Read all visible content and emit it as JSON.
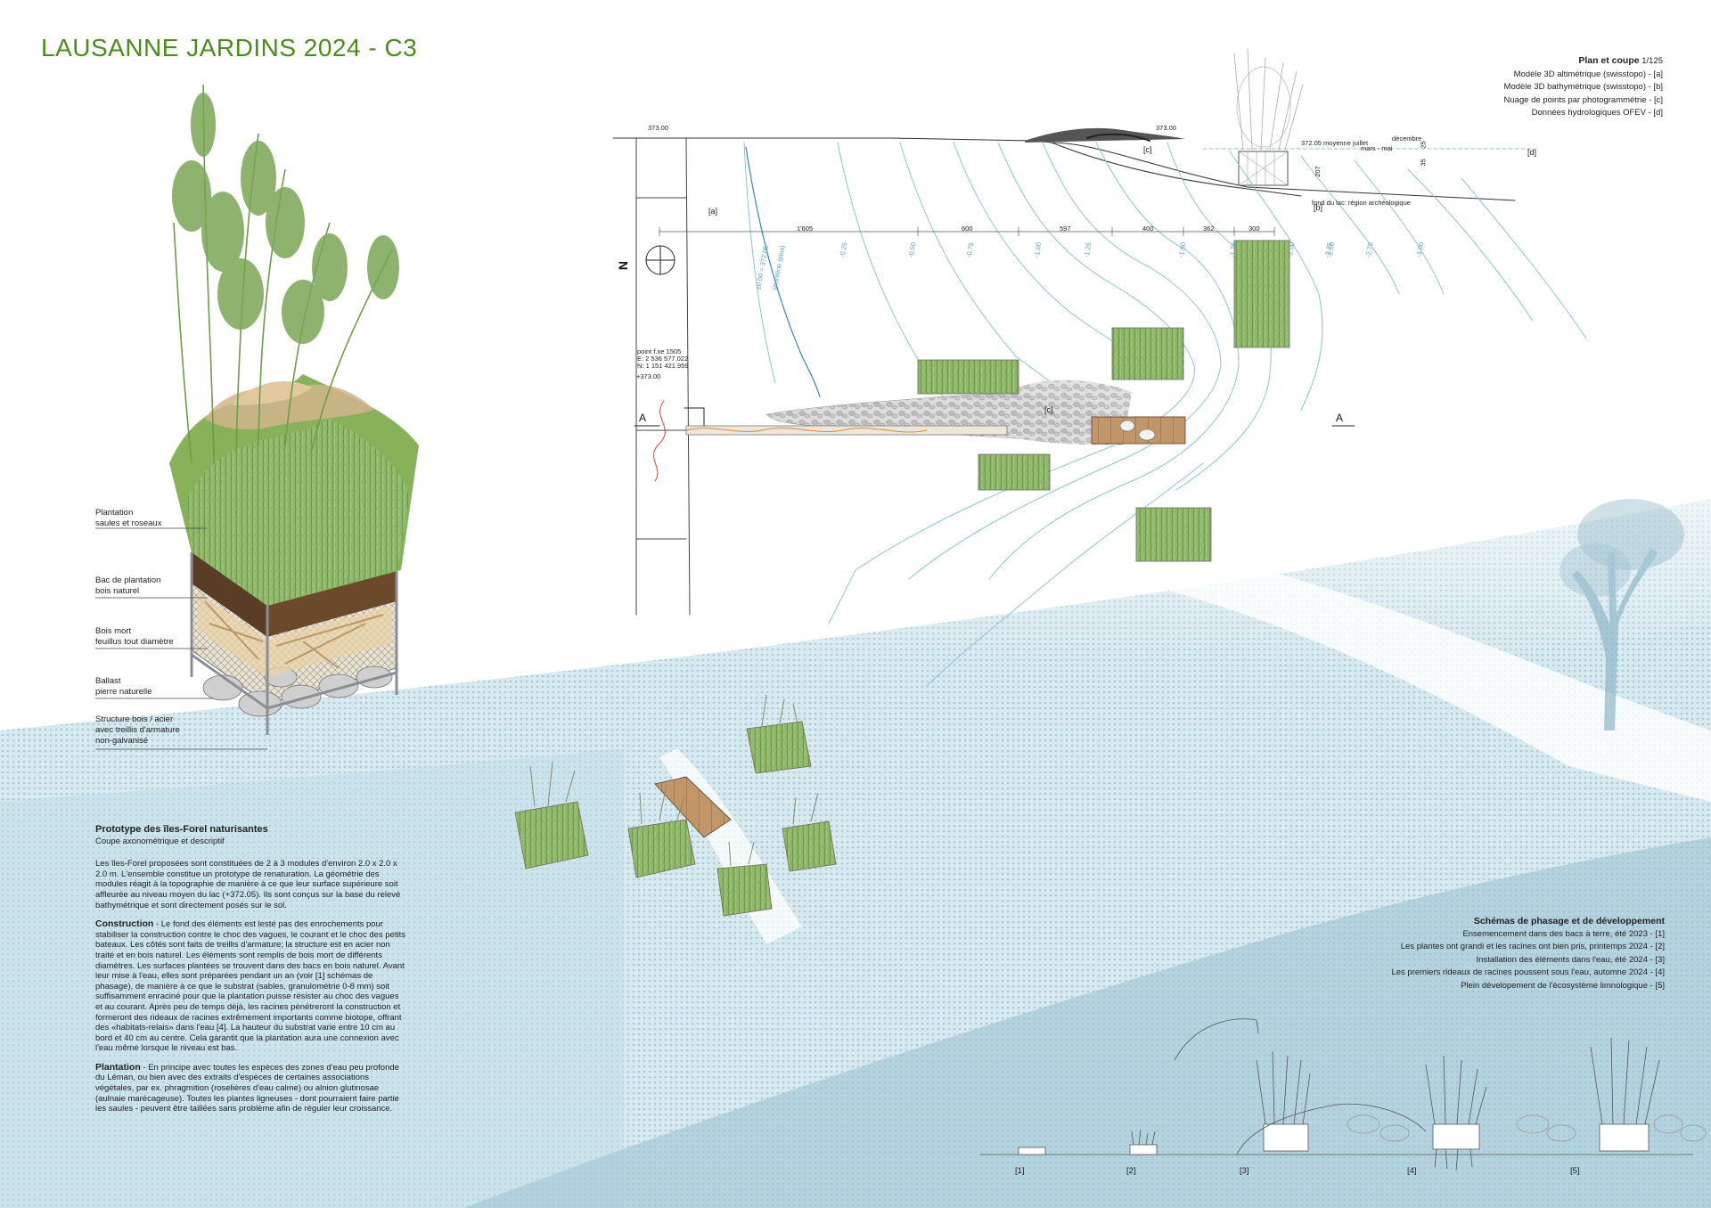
{
  "title": "LAUSANNE JARDINS 2024 - C3",
  "plan_legend": {
    "heading": "Plan et coupe",
    "scale": "1/125",
    "items": [
      "Modèle 3D altimétrique (swisstopo) - [a]",
      "Modèle 3D bathymétrique (swisstopo) - [b]",
      "Nuage de points par photogrammétrie - [c]",
      "Données hydrologiques OFEV - [d]"
    ]
  },
  "callouts": [
    {
      "l1": "Plantation",
      "l2": "saules et roseaux"
    },
    {
      "l1": "Bac de plantation",
      "l2": "bois naturel"
    },
    {
      "l1": "Bois mort",
      "l2": "feuillus tout diamètre"
    },
    {
      "l1": "Ballast",
      "l2": "pierre naturelle"
    },
    {
      "l1": "Structure bois / acier",
      "l2": "avec treillis d'armature",
      "l3": "non-galvanisé"
    }
  ],
  "description": {
    "heading": "Prototype des îles-Forel naturisantes",
    "subheading": "Coupe axonométrique et descriptif",
    "intro": "Les îles-Forel proposées sont constituées de 2 à 3 modules d'environ 2.0 x 2.0 x 2.0 m. L'ensemble constitue un prototype de renaturation. La géométrie des modules réagit à la topographie de manière à ce que leur surface supérieure soit affleurée au niveau moyen du lac (+372.05). Ils sont conçus sur la base du relevé bathymétrique et sont directement posés sur le sol.",
    "construction_title": "Construction",
    "construction_text": " - Le fond des éléments est lesté pas des enrochements pour stabiliser la construction contre le choc des vagues, le courant et le choc des petits bateaux. Les côtés sont faits de treillis d'armature; la structure est en acier non traité et en bois naturel. Les éléments sont remplis de bois mort de différents diamètres. Les surfaces plantées se trouvent dans des bacs en bois naturel. Avant leur mise à l'eau, elles sont préparées pendant un an (voir [1] schémas de phasage), de manière à ce que le substrat (sables, granulométrie 0-8 mm) soit suffisamment enraciné pour que la plantation puisse résister au choc des vagues et au courant. Après peu de temps déjà, les racines pénétreront la construction et formeront des rideaux de racines extrêmement importants comme biotope, offrant des «habitats-relais» dans l'eau [4]. La hauteur du substrat varie entre 10 cm au bord et 40 cm au centre. Cela garantit que la plantation aura une connexion avec l'eau même lorsque le niveau est bas.",
    "plantation_title": "Plantation",
    "plantation_text": " - En principe avec toutes les espèces des zones d'eau peu profonde du Léman, ou bien avec des extraits d'espèces de certaines associations végétales, par ex. phragmition (roselières d'eau calme) ou alnion glutinosae (aulnaie marécageuse). Toutes les plantes ligneuses - dont pourraient faire partie les saules - peuvent être taillées sans problème afin de réguler leur croissance."
  },
  "phasing": {
    "heading": "Schémas de phasage et de développement",
    "items": [
      "Ensemencement dans des bacs à terre, été 2023 - [1]",
      "Les plantes ont grandi et les racines ont bien pris, printemps 2024 - [2]",
      "Installation des éléments dans l'eau, été 2024 - [3]",
      "Les premiers rideaux de racines poussent sous l'eau, automne 2024 - [4]",
      "Plein dévelopement de l'écosystème limnologique - [5]"
    ],
    "labels": [
      "[1]",
      "[2]",
      "[3]",
      "[4]",
      "[5]"
    ]
  },
  "plan_annotations": {
    "elev_left": "373.00",
    "elev_mid": "373.00",
    "elev_point": "+373.00",
    "label_a": "[a]",
    "label_b": "[b]",
    "label_c_section": "[c]",
    "label_c_plan": "[c]",
    "label_d": "[d]",
    "mean_july": "372.05 moyenne juillet",
    "december": "décembre",
    "march_may": "mars - mai",
    "depth": "207",
    "range": "25",
    "range2": "35",
    "lake_bottom": "fond du lac: région archéologique",
    "dims": [
      "1'605",
      "600",
      "597",
      "400",
      "362",
      "300"
    ],
    "north": "N",
    "point_id": "point f.xe 1505",
    "point_e": "E: 2 536 577.022",
    "point_n": "N: 1 151 421.959",
    "section_a_left": "A",
    "section_a_right": "A",
    "contours": [
      "±0.00 = 372.05",
      "shoreline (plus)",
      "-0.25",
      "-0.50",
      "-0.75",
      "-1.00",
      "-1.25",
      "-1.50",
      "-1.75",
      "-2.00",
      "-2.25",
      "-2.50",
      "-2.75",
      "-3.00"
    ]
  },
  "colors": {
    "title_green": "#4e8a1e",
    "water_blue": "#a9cdd9",
    "plant_green": "#7aa656",
    "deck_wood": "#b88a5e",
    "contour_blue": "#8cc2d6"
  }
}
